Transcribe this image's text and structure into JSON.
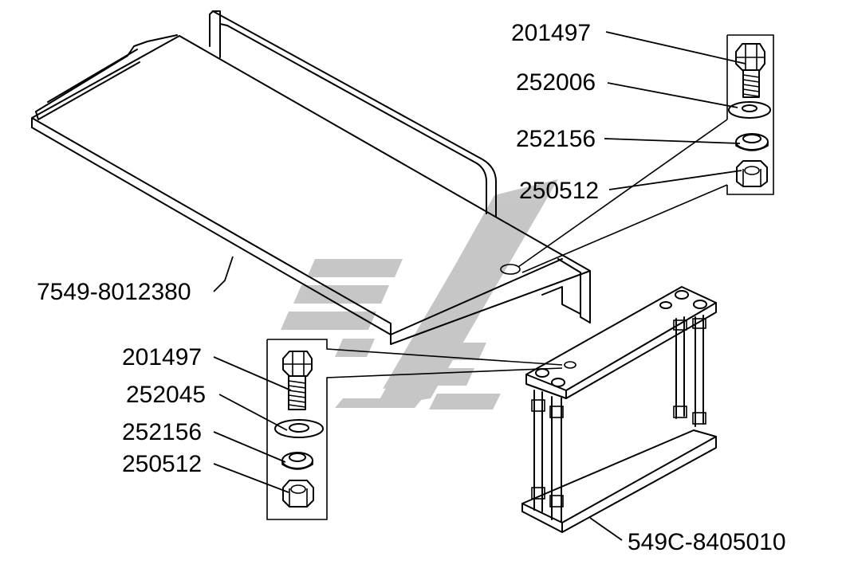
{
  "diagram": {
    "part_numbers": {
      "table_top": "7549-8012380",
      "bracket_assembly": "549C-8405010",
      "upper_bolt": "201497",
      "upper_washer": "252006",
      "upper_lock_washer": "252156",
      "upper_nut": "250512",
      "lower_bolt": "201497",
      "lower_washer": "252045",
      "lower_lock_washer": "252156",
      "lower_nut": "250512"
    },
    "colors": {
      "line": "#000000",
      "watermark": "#b4b4b4",
      "background": "#ffffff"
    }
  }
}
